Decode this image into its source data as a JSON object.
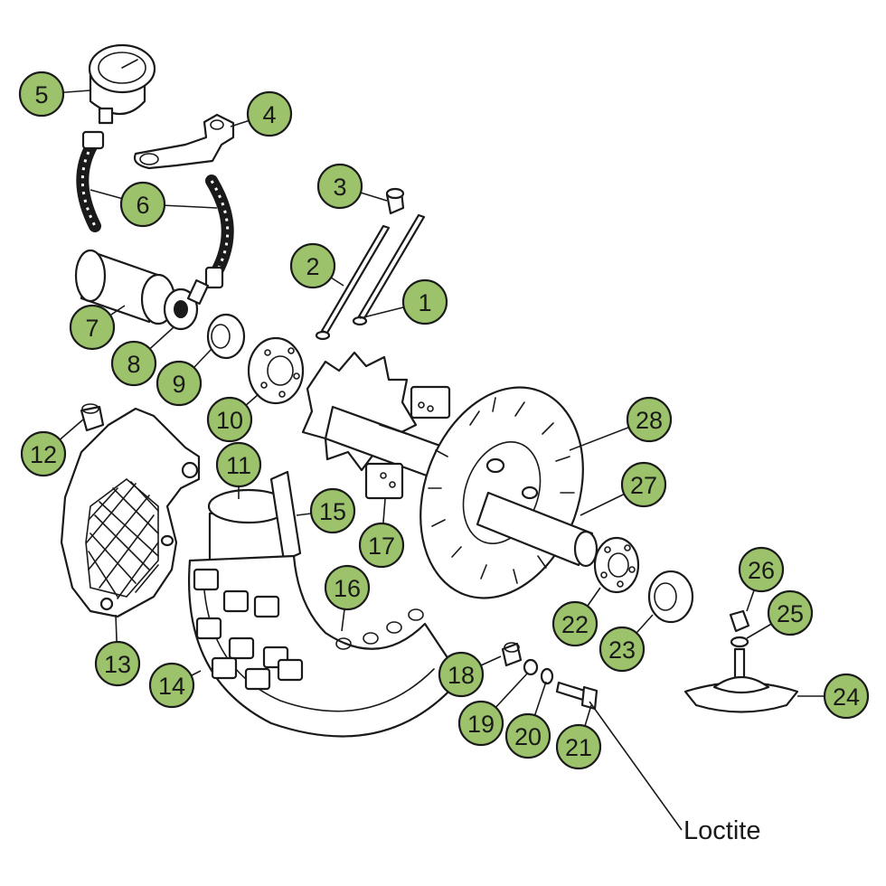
{
  "colors": {
    "badge_fill": "#9cc36b",
    "line": "#1a1a1a",
    "background": "#ffffff"
  },
  "callouts": [
    "1",
    "2",
    "3",
    "4",
    "5",
    "6",
    "7",
    "8",
    "9",
    "10",
    "11",
    "12",
    "13",
    "14",
    "15",
    "16",
    "17",
    "18",
    "19",
    "20",
    "21",
    "22",
    "23",
    "24",
    "25",
    "26",
    "27",
    "28"
  ],
  "note": "Loctite"
}
